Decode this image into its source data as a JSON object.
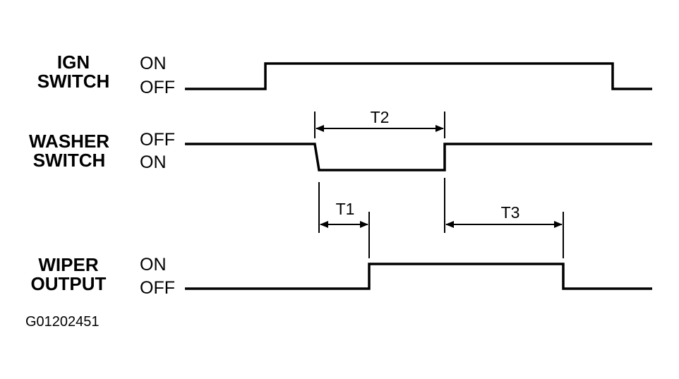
{
  "signals": {
    "ign": {
      "name_line1": "IGN",
      "name_line2": "SWITCH",
      "state_top": "ON",
      "state_bottom": "OFF"
    },
    "washer": {
      "name_line1": "WASHER",
      "name_line2": "SWITCH",
      "state_top": "OFF",
      "state_bottom": "ON"
    },
    "wiper": {
      "name_line1": "WIPER",
      "name_line2": "OUTPUT",
      "state_top": "ON",
      "state_bottom": "OFF"
    }
  },
  "intervals": {
    "t1": "T1",
    "t2": "T2",
    "t3": "T3"
  },
  "figure_id": "G01202451",
  "colors": {
    "line": "#000000",
    "background": "#ffffff"
  }
}
